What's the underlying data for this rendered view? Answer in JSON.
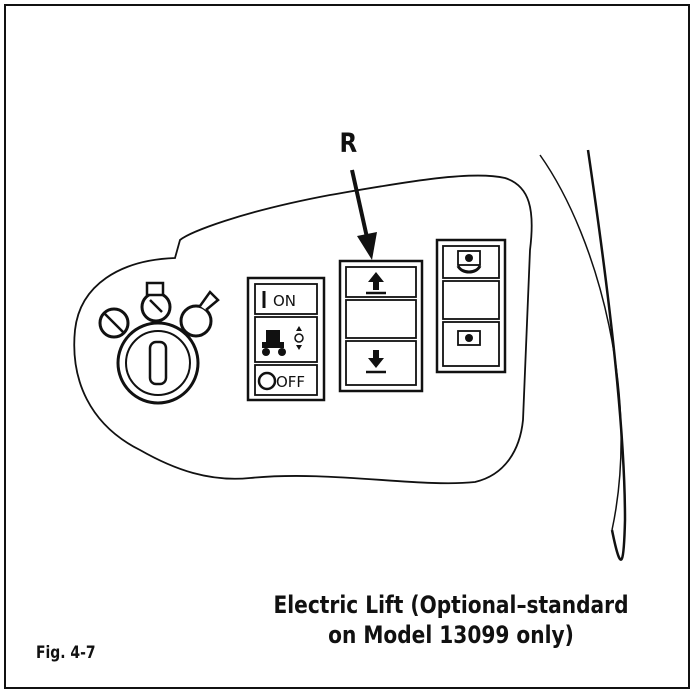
{
  "figure": {
    "callout_letter": "R",
    "fig_number": "Fig. 4-7",
    "caption_line1": "Electric Lift (Optional–standard",
    "caption_line2": "on Model 13099 only)"
  },
  "panel": {
    "left_switch": {
      "on_label": "ON",
      "off_label": "OFF",
      "center_icon": "tractor-pto-icon"
    },
    "lift_switch": {
      "top_icon": "raise-arrow-icon",
      "bottom_icon": "lower-arrow-icon"
    },
    "right_switch": {
      "top_icon": "rotate-attachment-icon",
      "bottom_icon": "attachment-icon"
    },
    "key_switch_icons": [
      "off-position-icon",
      "run-position-icon",
      "start-position-icon"
    ]
  }
}
